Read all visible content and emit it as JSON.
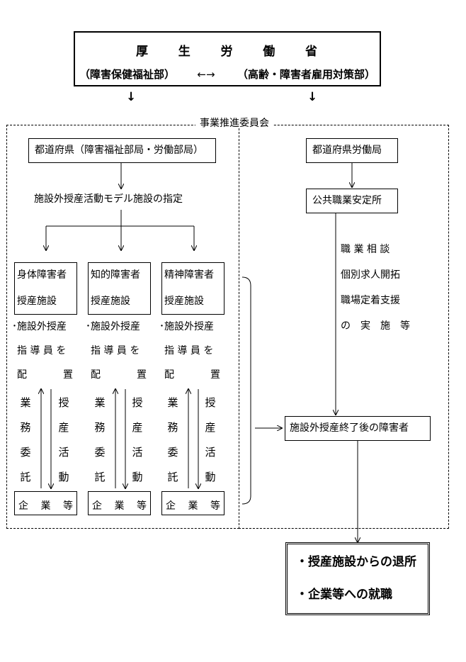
{
  "ministry": {
    "title": [
      "厚",
      "生",
      "労",
      "働",
      "省"
    ],
    "left_dept": "（障害保健福祉部）",
    "link_symbol": "←→",
    "right_dept": "（高齢・障害者雇用対策部）"
  },
  "arrow_glyph": "↓",
  "committee_label": "事業推進委員会",
  "left": {
    "prefecture": "都道府県（障害福祉部局・労働部局）",
    "designation": "施設外授産活動モデル施設の指定",
    "facilities": [
      {
        "line1": "身体障害者",
        "line2": "授産施設",
        "notes": [
          "･施設外授産",
          "指 導 員 を"
        ],
        "place": [
          "配",
          "置"
        ],
        "left_vertical": [
          "業",
          "務",
          "委",
          "託"
        ],
        "right_vertical": [
          "授",
          "産",
          "活",
          "動"
        ],
        "company": [
          "企",
          "業",
          "等"
        ]
      },
      {
        "line1": "知的障害者",
        "line2": "授産施設",
        "notes": [
          "･施設外授産",
          "指 導 員 を"
        ],
        "place": [
          "配",
          "置"
        ],
        "left_vertical": [
          "業",
          "務",
          "委",
          "託"
        ],
        "right_vertical": [
          "授",
          "産",
          "活",
          "動"
        ],
        "company": [
          "企",
          "業",
          "等"
        ]
      },
      {
        "line1": "精神障害者",
        "line2": "授産施設",
        "notes": [
          "･施設外授産",
          "指 導 員 を"
        ],
        "place": [
          "配",
          "置"
        ],
        "left_vertical": [
          "業",
          "務",
          "委",
          "託"
        ],
        "right_vertical": [
          "授",
          "産",
          "活",
          "動"
        ],
        "company": [
          "企",
          "業",
          "等"
        ]
      }
    ]
  },
  "right": {
    "labour_bureau": "都道府県労働局",
    "employment_office": "公共職業安定所",
    "services": [
      "職 業 相 談",
      "個別求人開拓",
      "職場定着支援",
      "の　実　施　等"
    ],
    "after_training": "施設外授産終了後の障害者"
  },
  "outcome": {
    "items": [
      "・授産施設からの退所",
      "・企業等への就職"
    ]
  }
}
